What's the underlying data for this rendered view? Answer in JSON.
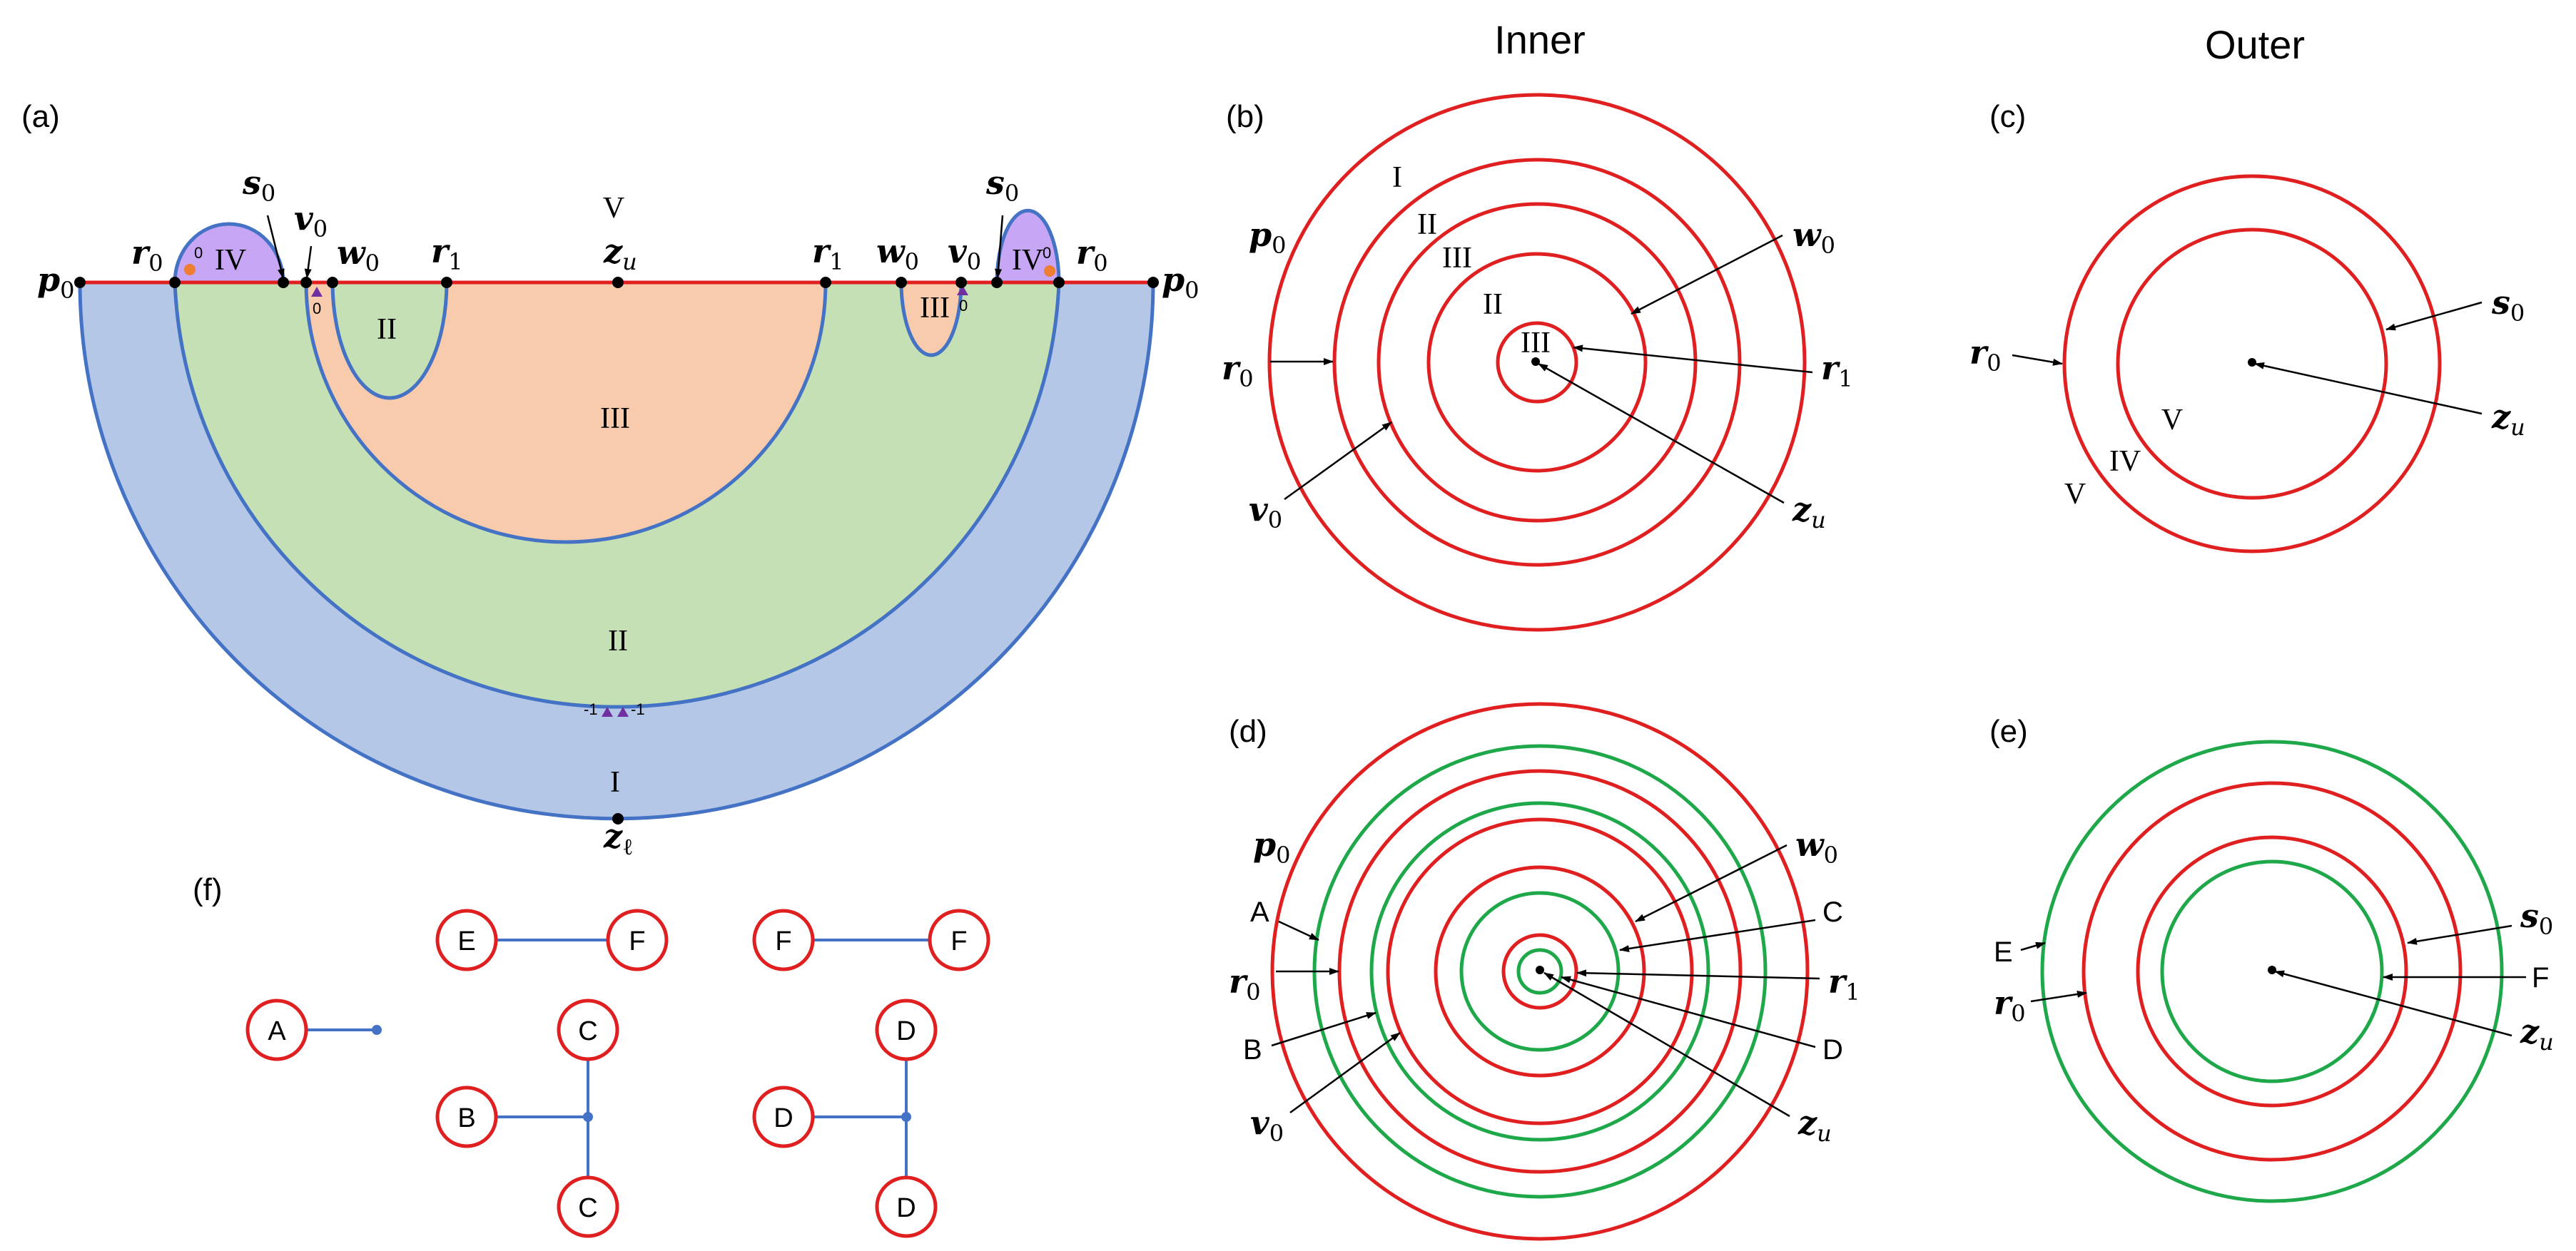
{
  "headings": {
    "inner": "Inner",
    "outer": "Outer"
  },
  "panels": {
    "a": "(a)",
    "b": "(b)",
    "c": "(c)",
    "d": "(d)",
    "e": "(e)",
    "f": "(f)"
  },
  "colors": {
    "region_I": "#b4c7e7",
    "region_II": "#c5e0b4",
    "region_III": "#f8cbad",
    "region_IV": "#c6a6f5",
    "outline": "#4472c4",
    "boundary_red": "#e02020",
    "circle_red": "#e02020",
    "circle_green": "#1fa84a",
    "marker_triangle": "#7030a0",
    "marker_dot": "#ed7d31",
    "node_dot": "#000000",
    "graph_edge": "#4472c4"
  },
  "panel_a": {
    "regions": [
      "V",
      "IV",
      "II",
      "III",
      "III",
      "IV",
      "II",
      "I"
    ],
    "points": {
      "p0": {
        "sym": "p",
        "sub": "0"
      },
      "r0": {
        "sym": "r",
        "sub": "0"
      },
      "s0": {
        "sym": "s",
        "sub": "0"
      },
      "v0": {
        "sym": "v",
        "sub": "0"
      },
      "w0": {
        "sym": "w",
        "sub": "0"
      },
      "r1": {
        "sym": "r",
        "sub": "1"
      },
      "zu": {
        "sym": "z",
        "sub": "u"
      },
      "zl": {
        "sym": "z",
        "sub": "ℓ"
      }
    },
    "marker_labels": [
      "0",
      "0",
      "0",
      "0",
      "-1",
      "-1"
    ]
  },
  "panel_b": {
    "region_labels": [
      "I",
      "II",
      "III",
      "II",
      "III"
    ],
    "callouts": [
      "p0",
      "w0",
      "r0",
      "r1",
      "v0",
      "zu"
    ]
  },
  "panel_c": {
    "region_labels": [
      "V",
      "IV",
      "V"
    ],
    "callouts": [
      "r0",
      "s0",
      "zu"
    ]
  },
  "panel_d": {
    "letters": [
      "A",
      "B",
      "C",
      "D"
    ],
    "callouts": [
      "p0",
      "w0",
      "A",
      "C",
      "r0",
      "r1",
      "B",
      "D",
      "v0",
      "zu"
    ]
  },
  "panel_e": {
    "letters": [
      "E",
      "F"
    ],
    "callouts": [
      "E",
      "r0",
      "s0",
      "F",
      "zu"
    ]
  },
  "panel_f": {
    "nodes": [
      "A",
      "E",
      "F",
      "F",
      "F",
      "C",
      "B",
      "C",
      "D",
      "D",
      "D"
    ]
  }
}
